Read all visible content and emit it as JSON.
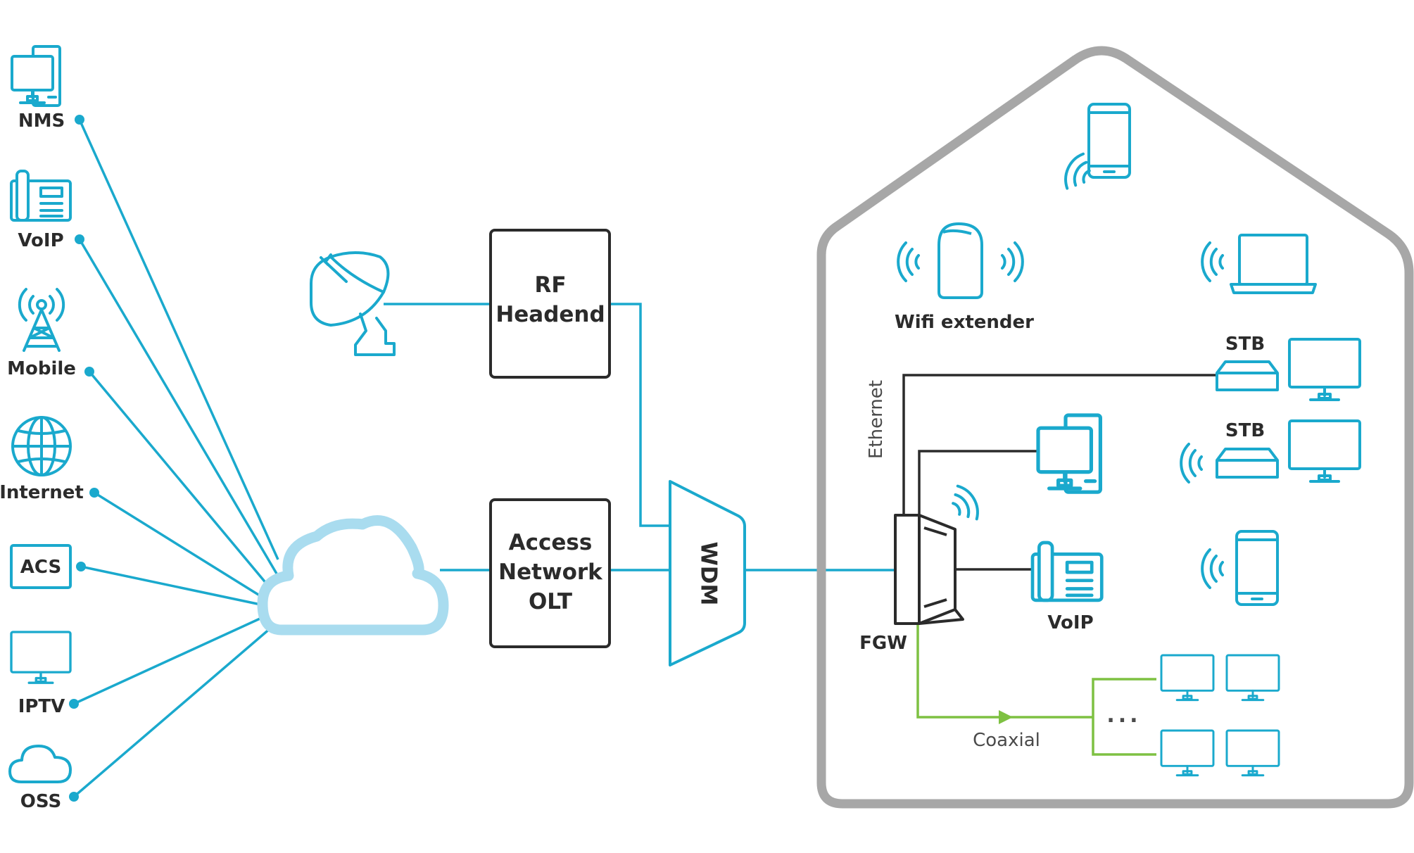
{
  "colors": {
    "accent": "#1aa9cd",
    "cloud": "#a9dcef",
    "dark": "#2b2b2b",
    "house": "#a7a7a7",
    "coax": "#7ec142"
  },
  "left_services": [
    {
      "label": "NMS",
      "icon": "computer-icon"
    },
    {
      "label": "VoIP",
      "icon": "desk-phone-icon"
    },
    {
      "label": "Mobile",
      "icon": "cell-tower-icon"
    },
    {
      "label": "Internet",
      "icon": "globe-icon"
    },
    {
      "label": "ACS",
      "icon": "acs-box"
    },
    {
      "label": "IPTV",
      "icon": "monitor-icon"
    },
    {
      "label": "OSS",
      "icon": "cloud-icon"
    }
  ],
  "network": {
    "rf_headend": [
      "RF",
      "Headend"
    ],
    "olt": [
      "Access",
      "Network",
      "OLT"
    ],
    "wdm": "WDM",
    "satellite_icon": "satellite-dish-icon",
    "cloud_icon": "cloud-icon"
  },
  "home": {
    "wifi_extender": "Wifi extender",
    "fgw": "FGW",
    "ethernet": "Ethernet",
    "stb_1": "STB",
    "stb_2": "STB",
    "voip": "VoIP",
    "coaxial": "Coaxial",
    "ellipsis": "..."
  }
}
